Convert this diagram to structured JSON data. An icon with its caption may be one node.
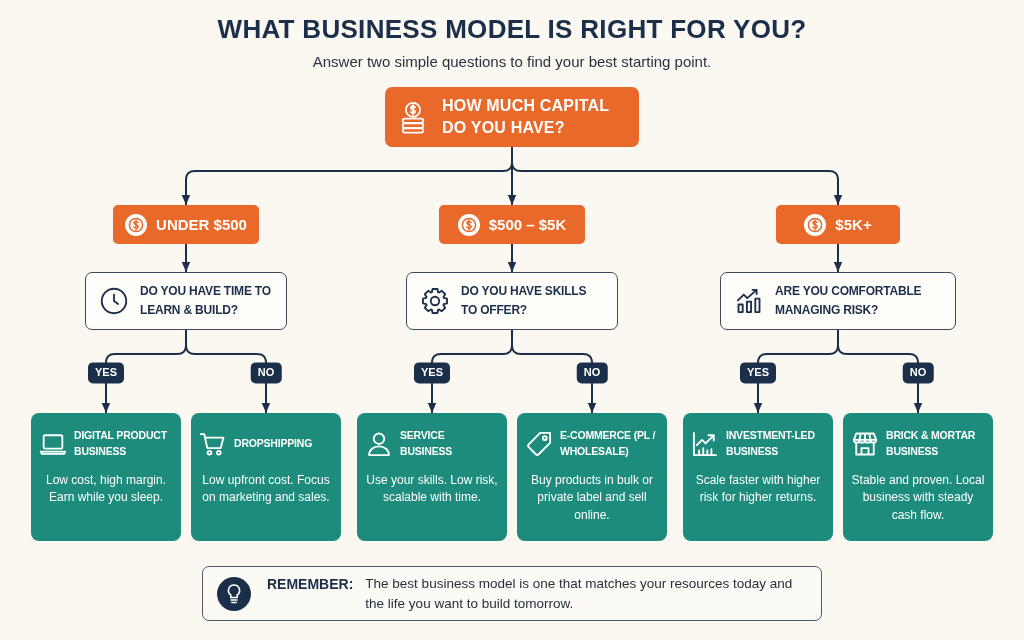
{
  "diagram": {
    "title": "WHAT BUSINESS MODEL IS RIGHT FOR YOU?",
    "nodes": [
      {
        "text": [
          "HOW MUCH CAPITAL DO YOU HAVE?"
        ]
      },
      {
        "text": [
          "UNDER $500"
        ]
      },
      {
        "text": [
          "$500 – $5K"
        ]
      },
      {
        "text": [
          "$5K+"
        ]
      },
      {
        "text": [
          "DO YOU HAVE TIME TO LEARN & BUILD?"
        ]
      },
      {
        "text": [
          "DO YOU HAVE SKILLS TO OFFER?"
        ]
      },
      {
        "text": [
          "ARE YOU COMFORTABLE MANAGING RISK?"
        ]
      },
      {
        "text": [
          "DIGITAL PRODUCT BUSINESS",
          "Low cost, high margin. Earn while you sleep."
        ]
      },
      {
        "text": [
          "DROPSHIPPING",
          "Low upfront cost. Focus on marketing and sales."
        ]
      },
      {
        "text": [
          "SERVICE BUSINESS",
          "Use your skills. Low risk, scalable with time."
        ]
      },
      {
        "text": [
          "E-COMMERCE (PL / WHOLESALE)",
          "Buy products in bulk or private label and sell online."
        ]
      },
      {
        "text": [
          "INVESTMENT-LED BUSINESS",
          "Scale faster with higher risk for higher returns."
        ]
      },
      {
        "text": [
          "BRICK & MORTAR BUSINESS",
          "Stable and proven. Local business with steady cash flow."
        ]
      },
      {
        "text": [
          "REMEMBER:",
          "The best business model is one that matches your resources today and the life you want to build tomorrow."
        ]
      }
    ],
    "edges": [
      {
        "from": 0,
        "to": 1,
        "arrow": "to"
      },
      {
        "from": 0,
        "to": 2,
        "arrow": "to"
      },
      {
        "from": 0,
        "to": 3,
        "arrow": "to"
      },
      {
        "from": 1,
        "to": 4,
        "arrow": "to"
      },
      {
        "from": 2,
        "to": 5,
        "arrow": "to"
      },
      {
        "from": 3,
        "to": 6,
        "arrow": "to"
      },
      {
        "from": 4,
        "to": 7,
        "arrow": "to",
        "label": "YES"
      },
      {
        "from": 4,
        "to": 8,
        "arrow": "to",
        "label": "NO"
      },
      {
        "from": 5,
        "to": 9,
        "arrow": "to",
        "label": "YES"
      },
      {
        "from": 5,
        "to": 10,
        "arrow": "to",
        "label": "NO"
      },
      {
        "from": 6,
        "to": 11,
        "arrow": "to",
        "label": "YES"
      },
      {
        "from": 6,
        "to": 12,
        "arrow": "to",
        "label": "NO"
      }
    ],
    "labels": [
      "Answer two simple questions to find your best starting point."
    ]
  }
}
